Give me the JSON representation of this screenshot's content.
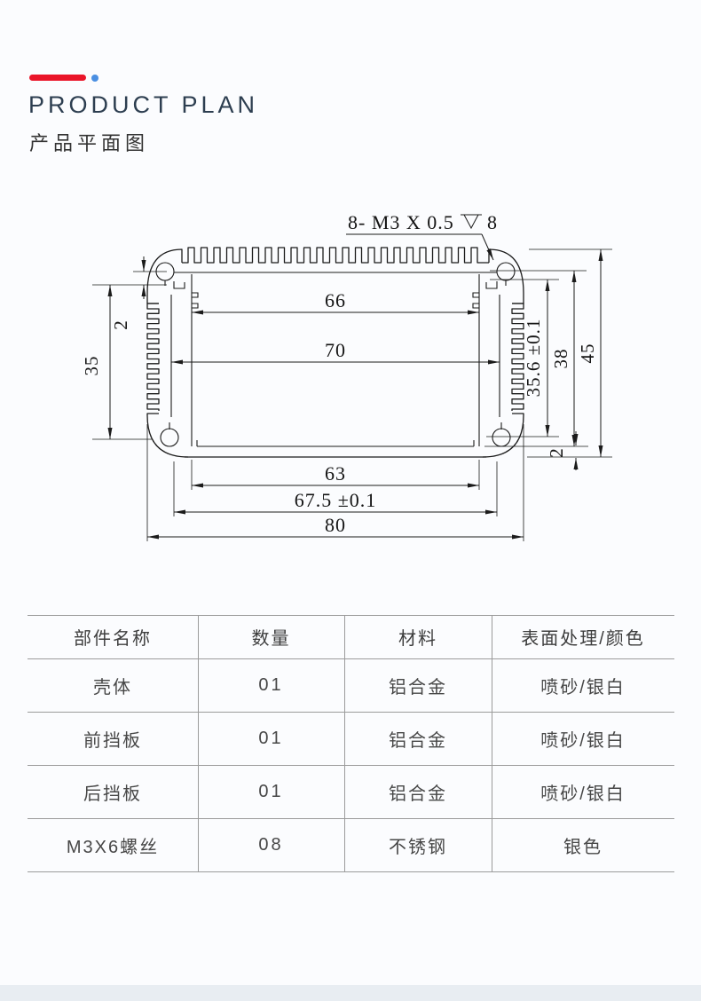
{
  "page": {
    "bg": "#fbfcfe",
    "footer_strip_color": "#e8edf2"
  },
  "header": {
    "title": "PRODUCT PLAN",
    "subtitle": "产品平面图",
    "accent_bar_color": "#ea1529",
    "accent_dot_color": "#4a8fe2"
  },
  "drawing": {
    "annotation": {
      "thread_spec": "8- M3 X 0.5",
      "depth_value": "8",
      "symbol": "depth-symbol"
    },
    "dims": {
      "inner_top_width": "66",
      "inner_width": "70",
      "bottom_opening": "63",
      "hole_spacing": "67.5 ±0.1",
      "overall_width": "80",
      "left_wall": "2",
      "side_height": "35",
      "inner_height": "35.6 ±0.1",
      "body_height": "38",
      "overall_height": "45",
      "bottom_wall": "2"
    }
  },
  "table": {
    "columns": [
      "部件名称",
      "数量",
      "材料",
      "表面处理/颜色"
    ],
    "rows": [
      [
        "壳体",
        "01",
        "铝合金",
        "喷砂/银白"
      ],
      [
        "前挡板",
        "01",
        "铝合金",
        "喷砂/银白"
      ],
      [
        "后挡板",
        "01",
        "铝合金",
        "喷砂/银白"
      ],
      [
        "M3X6螺丝",
        "08",
        "不锈钢",
        "银色"
      ]
    ]
  }
}
